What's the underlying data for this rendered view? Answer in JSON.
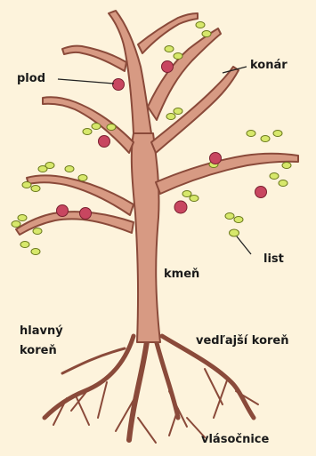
{
  "diagram": {
    "labels": {
      "fruit": "plod",
      "branch": "konár",
      "trunk": "kmeň",
      "leaf": "list",
      "main_root_line1": "hlavný",
      "main_root_line2": "koreň",
      "side_root": "vedľajší koreň",
      "root_hairs": "vlásočnice"
    },
    "colors": {
      "background": "#fdf3dc",
      "bark": "#d79a83",
      "bark_outline": "#8a4a3a",
      "leaf": "#d7e86b",
      "leaf_outline": "#6c7a1e",
      "fruit": "#c84660",
      "leader_line": "#222222"
    }
  }
}
